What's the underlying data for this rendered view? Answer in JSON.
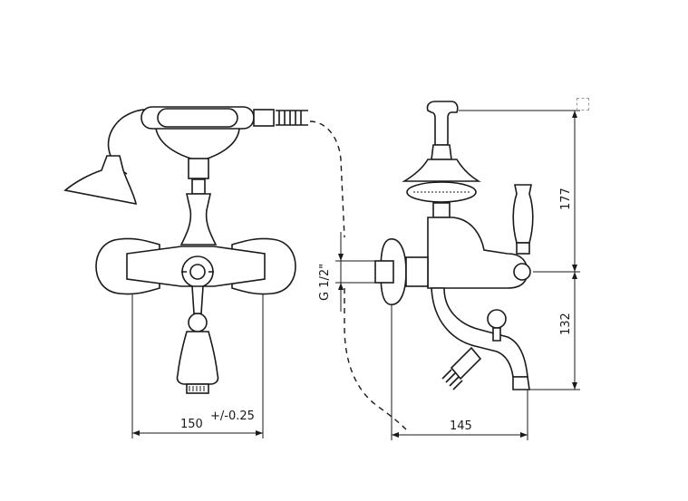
{
  "dimensions": {
    "front_width": "150",
    "tolerance": "+/-0.25",
    "side_depth": "145",
    "thread": "G 1/2\"",
    "height_upper": "177",
    "height_lower": "132"
  }
}
